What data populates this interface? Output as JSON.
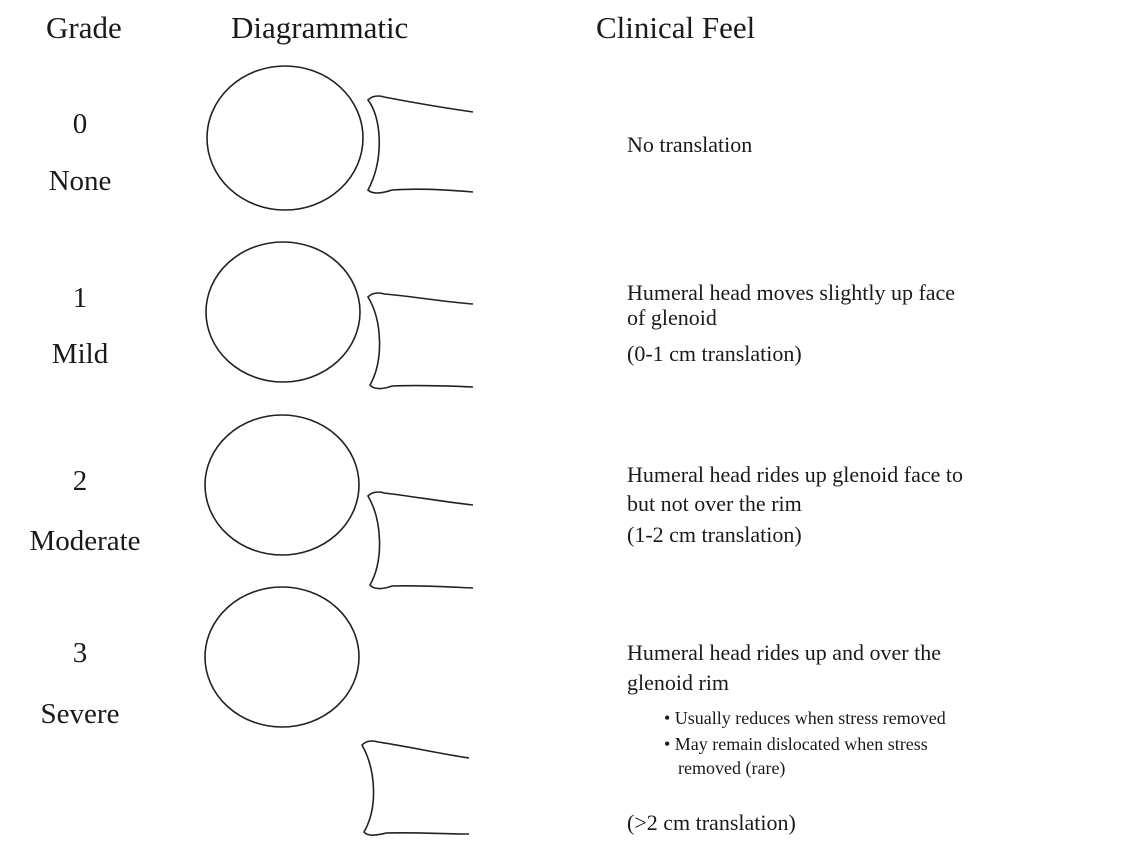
{
  "headers": {
    "grade": "Grade",
    "diagrammatic": "Diagrammatic",
    "clinical_feel": "Clinical Feel"
  },
  "rows": [
    {
      "grade": "0",
      "label": "None",
      "feel_lines": [
        "No translation"
      ]
    },
    {
      "grade": "1",
      "label": "Mild",
      "feel_lines": [
        "Humeral head moves slightly up face",
        "of glenoid",
        "(0-1 cm translation)"
      ]
    },
    {
      "grade": "2",
      "label": "Moderate",
      "feel_lines": [
        "Humeral head rides up glenoid face to",
        "but not over the rim",
        "(1-2 cm translation)"
      ]
    },
    {
      "grade": "3",
      "label": "Severe",
      "feel_lines": [
        "Humeral head rides up and over the",
        "glenoid rim"
      ],
      "bullets": [
        "• Usually reduces when stress removed",
        "• May remain dislocated when stress",
        "removed (rare)"
      ],
      "translation": "(>2 cm translation)"
    }
  ]
}
